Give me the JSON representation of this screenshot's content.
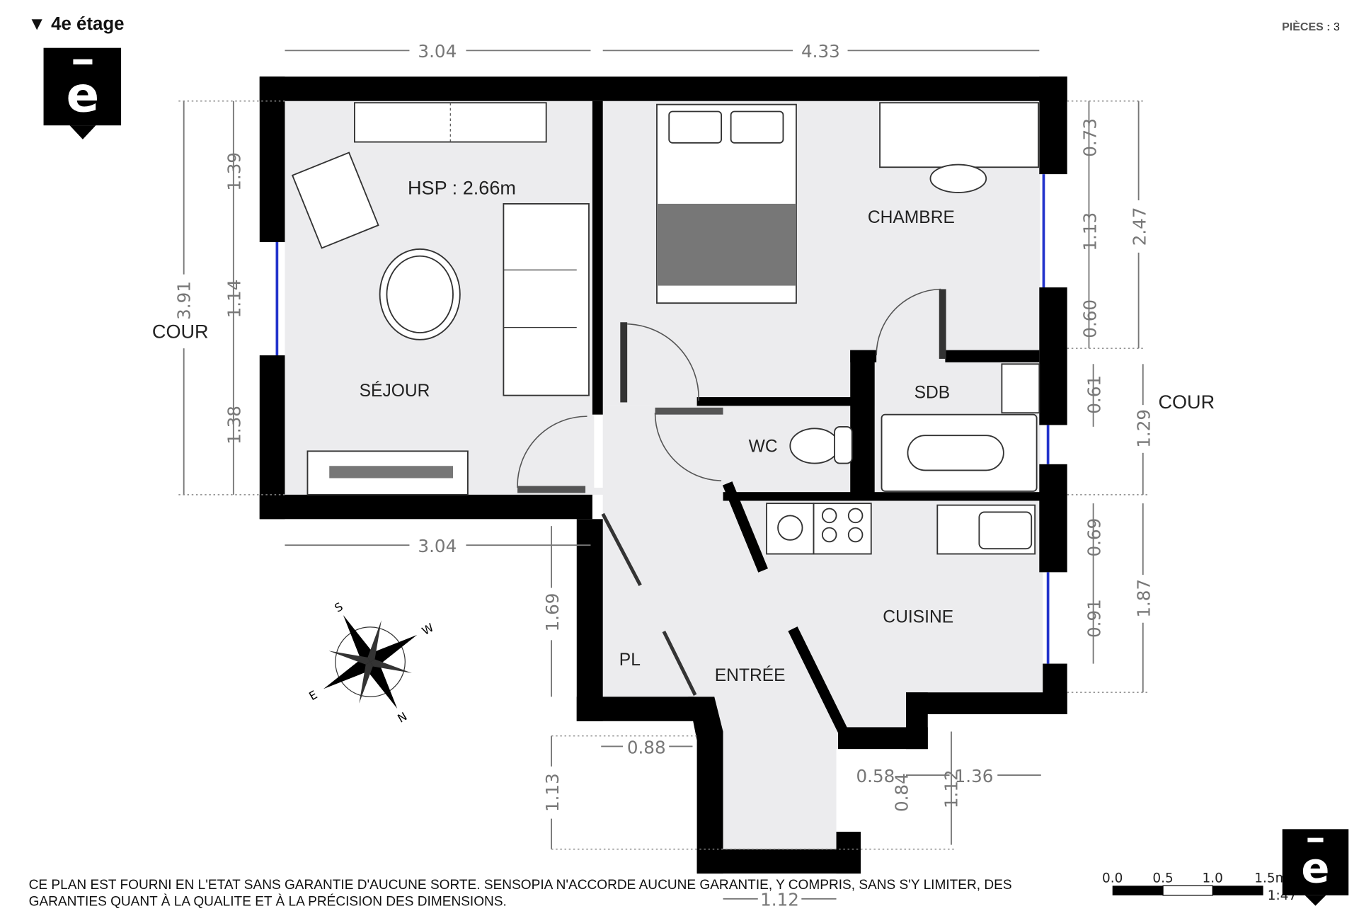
{
  "header": {
    "floor_label": "4e étage",
    "rooms_label": "PIÈCES :",
    "rooms_count": "3"
  },
  "plan": {
    "ceiling_height": "HSP : 2.66m",
    "rooms": [
      "SÉJOUR",
      "CHAMBRE",
      "SDB",
      "WC",
      "CUISINE",
      "ENTRÉE",
      "PL"
    ],
    "outside_labels": [
      "COUR",
      "COUR"
    ],
    "dimensions": [
      "3.04",
      "4.33",
      "3.04",
      "3.91",
      "1.39",
      "1.14",
      "1.38",
      "0.73",
      "1.13",
      "0.60",
      "2.47",
      "0.61",
      "1.29",
      "0.69",
      "0.91",
      "1.87",
      "1.69",
      "0.88",
      "1.13",
      "0.58",
      "0.84",
      "1.12",
      "1.36",
      "1.12"
    ]
  },
  "scale": {
    "ticks": [
      "0.0",
      "0.5",
      "1.0",
      "1.5m"
    ],
    "ratio": "1:47"
  },
  "disclaimer": "CE PLAN EST FOURNI EN L'ETAT SANS GARANTIE D'AUCUNE SORTE. SENSOPIA N'ACCORDE AUCUNE GARANTIE, Y COMPRIS, SANS S'Y LIMITER, DES GARANTIES QUANT À LA QUALITE ET À LA PRÉCISION DES DIMENSIONS.",
  "logo": {
    "glyph": "ē"
  },
  "compass": {
    "letters": [
      "N",
      "S",
      "E",
      "W"
    ]
  },
  "colors": {
    "wall": "#000000",
    "floor": "#ececee",
    "window": "#2233cc",
    "dimension": "#777777"
  }
}
